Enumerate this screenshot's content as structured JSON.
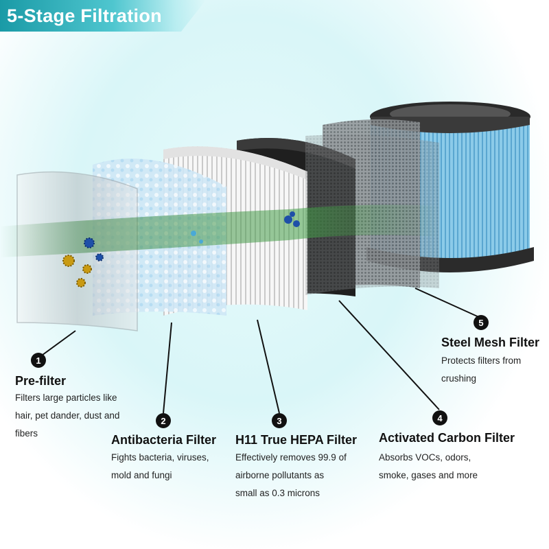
{
  "header": {
    "title": "5-Stage Filtration"
  },
  "stages": [
    {
      "number": "1",
      "name": "Pre-filter",
      "description": "Filters large particles like\nhair, pet dander, dust  and\nfibers"
    },
    {
      "number": "2",
      "name": "Antibacteria Filter",
      "description": "Fights bacteria, viruses,\nmold and fungi"
    },
    {
      "number": "3",
      "name": "H11 True HEPA Filter",
      "description": "Effectively removes 99.9 of\nairborne pollutants as\nsmall as 0.3 microns"
    },
    {
      "number": "4",
      "name": "Activated Carbon Filter",
      "description": "Absorbs VOCs,  odors,\nsmoke, gases and more"
    },
    {
      "number": "5",
      "name": "Steel Mesh Filter",
      "description": "Protects filters from\ncrushing"
    }
  ],
  "colors": {
    "banner": "#1a9aa6",
    "cartridge_blue": "#7cc3e6",
    "carbon": "#1e1e1e",
    "airflow": "#3c8a3c"
  }
}
